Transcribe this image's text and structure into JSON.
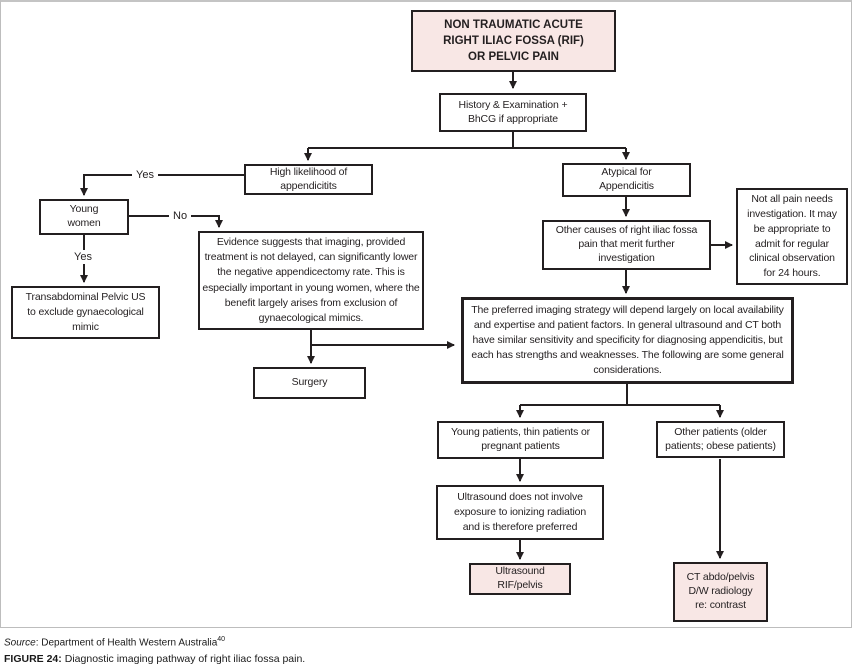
{
  "nodes": {
    "start": "NON TRAUMATIC ACUTE\nRIGHT ILIAC FOSSA (RIF)\nOR PELVIC PAIN",
    "history": "History & Examination +\nBhCG if appropriate",
    "high_likelihood": "High likelihood of\nappendicitits",
    "atypical": "Atypical for\nAppendicitis",
    "young_women": "Young\nwomen",
    "transabdominal": "Transabdominal Pelvic US\nto exclude gynaecological\nmimic",
    "evidence": "Evidence suggests that imaging, provided treatment is not delayed, can significantly lower the negative appendicectomy rate. This is especially important in young women, where the benefit largely arises from exclusion of gynaecological mimics.",
    "surgery": "Surgery",
    "other_causes": "Other causes of right iliac fossa\npain that merit further\ninvestigation",
    "not_all_pain": "Not all pain needs\ninvestigation. It may\nbe appropriate to\nadmit for regular\nclinical observation\nfor 24 hours.",
    "preferred": "The preferred imaging strategy will depend largely on local availability and expertise and patient factors. In general ultrasound and CT both have similar sensitivity and specificity for diagnosing appendicitis, but each has strengths and weaknesses. The following are some general considerations.",
    "young_patients": "Young patients, thin patients or\npregnant patients",
    "other_patients": "Other patients (older\npatients; obese patients)",
    "ultrasound_info": "Ultrasound does not involve\nexposure to ionizing radiation\nand is therefore preferred",
    "ultrasound_result": "Ultrasound\nRIF/pelvis",
    "ct_result": "CT abdo/pelvis\nD/W radiology\nre: contrast"
  },
  "edge_labels": {
    "yes_top": "Yes",
    "no_right": "No",
    "yes_down": "Yes"
  },
  "caption": {
    "source_label": "Source",
    "source_text": ": Department of Health Western Australia",
    "source_ref": "40",
    "figure_label": "FIGURE 24:",
    "figure_text": "Diagnostic imaging pathway of right iliac fossa pain."
  },
  "colors": {
    "highlight_fill": "#f8e7e5",
    "ink": "#231f20",
    "panel_border": "#bdbdbd"
  }
}
